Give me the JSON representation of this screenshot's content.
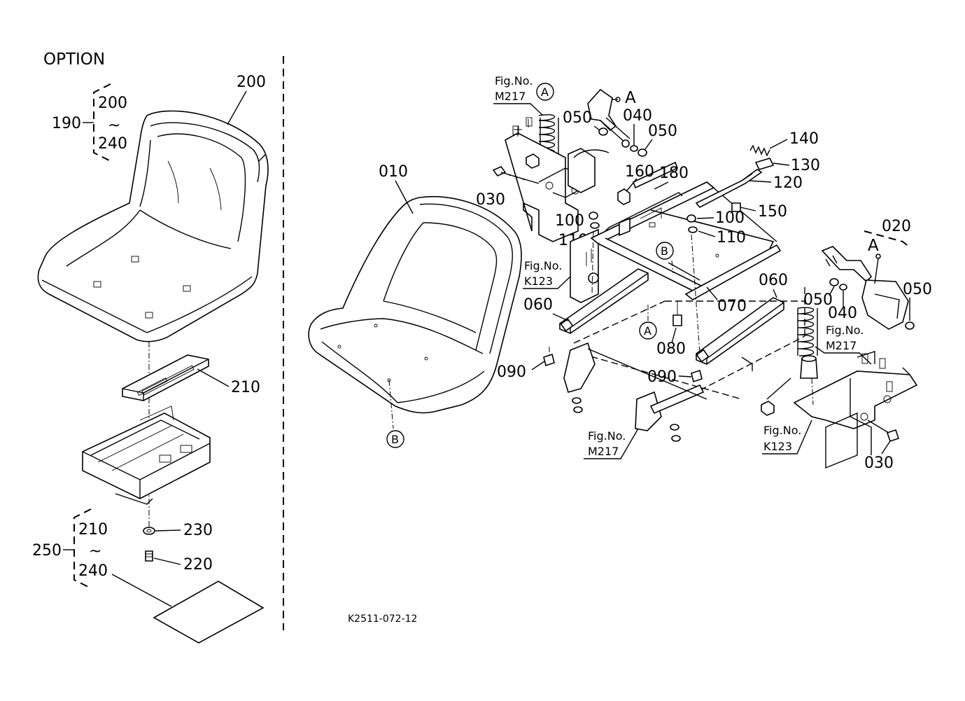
{
  "diagram": {
    "option_heading": "OPTION",
    "drawing_code": "K2511-072-12",
    "ref_markers": {
      "a": "A",
      "b": "B"
    },
    "fig_refs": {
      "fig_no": "Fig.No.",
      "m217": "M217",
      "k123": "K123"
    },
    "option_groups": {
      "g190": {
        "label": "190",
        "from": "200",
        "tilde": "~",
        "to": "240"
      },
      "g250": {
        "label": "250",
        "from": "210",
        "tilde": "~",
        "to": "240"
      }
    },
    "parts": {
      "p010": "010",
      "p020": "020",
      "p030": "030",
      "p040": "040",
      "p050": "050",
      "p060": "060",
      "p070": "070",
      "p080": "080",
      "p090": "090",
      "p100": "100",
      "p110": "110",
      "p120": "120",
      "p130": "130",
      "p140": "140",
      "p150": "150",
      "p160": "160",
      "p180": "180",
      "p200": "200",
      "p210": "210",
      "p220": "220",
      "p230": "230"
    }
  }
}
